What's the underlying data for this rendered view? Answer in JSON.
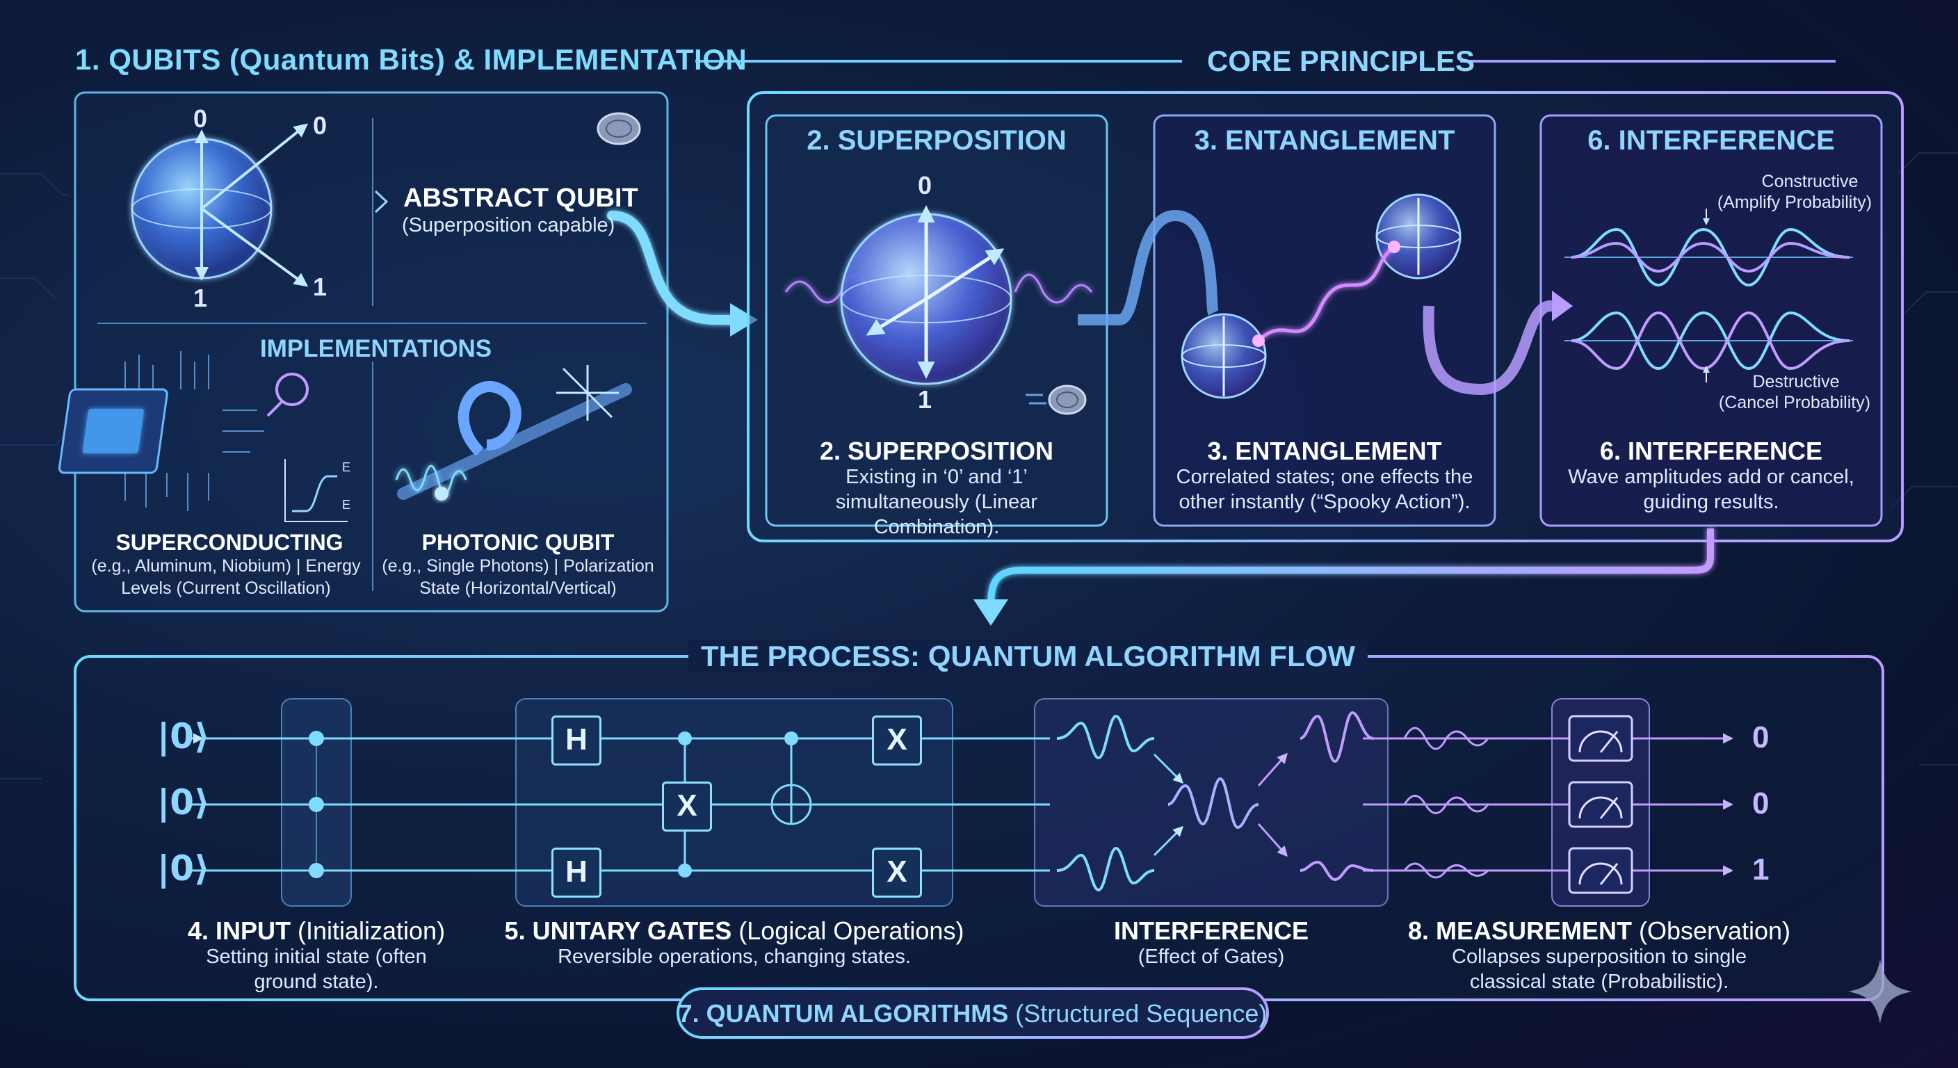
{
  "section1": {
    "title": "1. QUBITS (Quantum Bits) & IMPLEMENTATION",
    "abstract_title": "ABSTRACT QUBIT",
    "abstract_desc": "(Superposition capable)",
    "sphere_axis_top": "0",
    "sphere_axis_bottom": "1",
    "sphere_arrow_top": "0",
    "sphere_arrow_bottom": "1",
    "implementations_title": "IMPLEMENTATIONS",
    "superconducting_title": "SUPERCONDUCTING",
    "superconducting_desc": "(e.g., Aluminum, Niobium) | Energy Levels (Current Oscillation)",
    "photonic_title": "PHOTONIC QUBIT",
    "photonic_desc": "(e.g., Single Photons) | Polarization State (Horizontal/Vertical)",
    "energy_label": "E"
  },
  "core": {
    "title": "CORE PRINCIPLES",
    "superposition": {
      "card_title": "2. SUPERPOSITION",
      "axis_top": "0",
      "axis_bottom": "1",
      "head": "2. SUPERPOSITION",
      "desc": "Existing in ‘0’ and ‘1’ simultaneously (Linear Combination)."
    },
    "entanglement": {
      "card_title": "3. ENTANGLEMENT",
      "head": "3. ENTANGLEMENT",
      "desc": "Correlated states; one effects the other instantly (“Spooky Action”)."
    },
    "interference": {
      "card_title": "6. INTERFERENCE",
      "constructive": "Constructive",
      "constructive_note": "(Amplify Probability)",
      "destructive": "Destructive",
      "destructive_note": "(Cancel Probability)",
      "head": "6. INTERFERENCE",
      "desc": "Wave amplitudes add or cancel, guiding results."
    }
  },
  "process": {
    "title": "THE PROCESS: QUANTUM ALGORITHM FLOW",
    "inputs": [
      "|0⟩",
      "|0⟩",
      "|0⟩"
    ],
    "gates": {
      "h": "H",
      "x": "X"
    },
    "outputs": [
      "0",
      "0",
      "1"
    ],
    "input_step": {
      "bold": "4. INPUT",
      "rest": " (Initialization)",
      "desc": "Setting initial state (often ground state)."
    },
    "gates_step": {
      "bold": "5. UNITARY GATES",
      "rest": " (Logical Operations)",
      "desc": "Reversible operations, changing states."
    },
    "interference_step": {
      "bold": "INTERFERENCE",
      "rest": "",
      "desc": "(Effect of Gates)"
    },
    "measurement_step": {
      "bold": "8. MEASUREMENT",
      "rest": " (Observation)",
      "desc": "Collapses superposition to single classical state (Probabilistic)."
    },
    "algorithms": {
      "bold": "7. QUANTUM ALGORITHMS",
      "rest": " (Structured Sequence)"
    }
  },
  "colors": {
    "cyan": "#7fdcff",
    "violet": "#b79bff",
    "panel": "#14294f",
    "background": "#0e1d3d"
  },
  "icons": [
    "bloch-sphere-icon",
    "coin-icon",
    "chip-icon",
    "photon-loop-icon",
    "meter-icon",
    "sparkle-icon"
  ]
}
